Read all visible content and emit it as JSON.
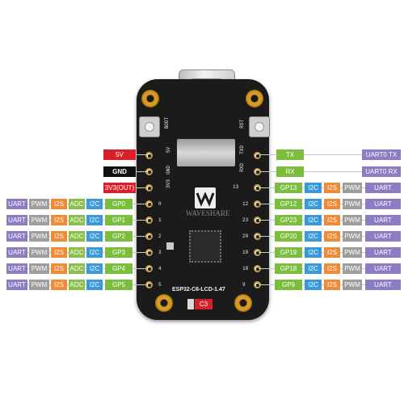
{
  "colors": {
    "uart": "#8e7cc3",
    "pwm": "#9e9e9e",
    "i2s": "#f08a34",
    "adc": "#8bbf4a",
    "i2c": "#3a9ad9",
    "gpio": "#7bbd3d",
    "pwr": "#d9202a",
    "gnd": "#111111",
    "board": "#1b1b1b"
  },
  "board": {
    "model_label": "ESP32-C6-LCD-1.47",
    "cap_label": "C3",
    "watermark": "WAVESHARE",
    "boot_label": "BOOT",
    "rst_label": "RST",
    "top_left_silk": [
      "5V",
      "GND",
      "3V3"
    ],
    "top_right_silk": [
      "TXD",
      "RXD",
      "13"
    ],
    "left_numbers": [
      "0",
      "1",
      "2",
      "3",
      "4",
      "5"
    ],
    "right_numbers": [
      "12",
      "23",
      "20",
      "19",
      "18",
      "9"
    ]
  },
  "left_power": [
    {
      "text": "5V",
      "type": "pwr"
    },
    {
      "text": "GND",
      "type": "gnd"
    },
    {
      "text": "3V3(OUT)",
      "type": "pwr"
    }
  ],
  "left_rows": [
    {
      "uart": "UART",
      "pwm": "PWM",
      "i2s": "I2S",
      "adc": "ADC",
      "i2c": "I2C",
      "gpio": "GP0"
    },
    {
      "uart": "UART",
      "pwm": "PWM",
      "i2s": "I2S",
      "adc": "ADC",
      "i2c": "I2C",
      "gpio": "GP1"
    },
    {
      "uart": "UART",
      "pwm": "PWM",
      "i2s": "I2S",
      "adc": "ADC",
      "i2c": "I2C",
      "gpio": "GP2"
    },
    {
      "uart": "UART",
      "pwm": "PWM",
      "i2s": "I2S",
      "adc": "ADC",
      "i2c": "I2C",
      "gpio": "GP3"
    },
    {
      "uart": "UART",
      "pwm": "PWM",
      "i2s": "I2S",
      "adc": "ADC",
      "i2c": "I2C",
      "gpio": "GP4"
    },
    {
      "uart": "UART",
      "pwm": "PWM",
      "i2s": "I2S",
      "adc": "ADC",
      "i2c": "I2C",
      "gpio": "GP5"
    }
  ],
  "right_serial": [
    {
      "pin": "TX",
      "fn": "UART0 TX"
    },
    {
      "pin": "RX",
      "fn": "UART0 RX"
    }
  ],
  "right_rows": [
    {
      "gpio": "GP13",
      "i2c": "I2C",
      "i2s": "I2S",
      "pwm": "PWM",
      "uart": "UART"
    },
    {
      "gpio": "GP12",
      "i2c": "I2C",
      "i2s": "I2S",
      "pwm": "PWM",
      "uart": "UART"
    },
    {
      "gpio": "GP23",
      "i2c": "I2C",
      "i2s": "I2S",
      "pwm": "PWM",
      "uart": "UART"
    },
    {
      "gpio": "GP20",
      "i2c": "I2C",
      "i2s": "I2S",
      "pwm": "PWM",
      "uart": "UART"
    },
    {
      "gpio": "GP19",
      "i2c": "I2C",
      "i2s": "I2S",
      "pwm": "PWM",
      "uart": "UART"
    },
    {
      "gpio": "GP18",
      "i2c": "I2C",
      "i2s": "I2S",
      "pwm": "PWM",
      "uart": "UART"
    },
    {
      "gpio": "GP9",
      "i2c": "I2C",
      "i2s": "I2S",
      "pwm": "PWM",
      "uart": "UART"
    }
  ]
}
